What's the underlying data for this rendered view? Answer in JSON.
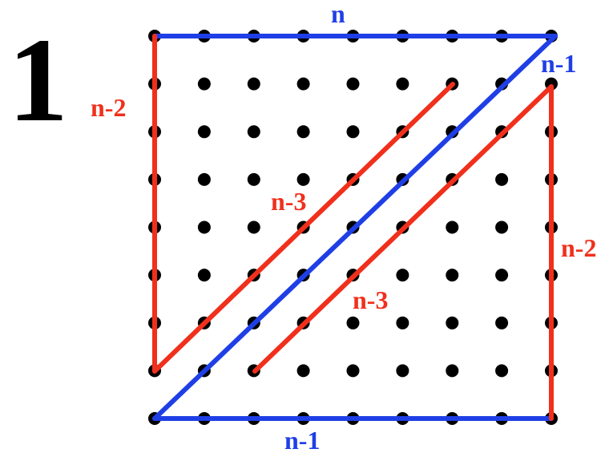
{
  "figure": {
    "number": "1",
    "grid": {
      "rows": 9,
      "cols": 9,
      "dot_color": "#000000"
    },
    "colors": {
      "blue": "#1f3fe6",
      "red": "#f0301c"
    },
    "labels": {
      "top": "n",
      "top_right": "n-1",
      "left": "n-2",
      "right": "n-2",
      "bottom": "n-1",
      "diag_upper": "n-3",
      "diag_lower": "n-3"
    }
  }
}
